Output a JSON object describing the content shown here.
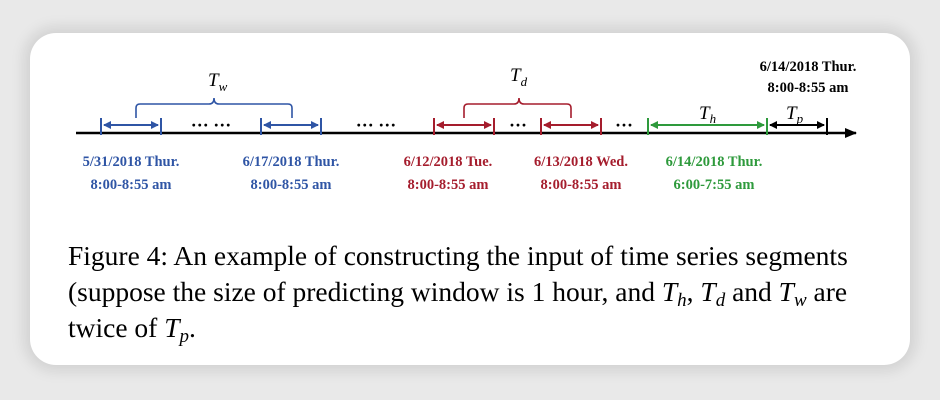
{
  "colors": {
    "weekly": "#2f55a5",
    "daily": "#a51d2d",
    "hourly": "#2e9a3c",
    "predict": "#000000",
    "axis": "#000000"
  },
  "diagram": {
    "symbols": {
      "tw_base": "T",
      "tw_sub": "w",
      "td_base": "T",
      "td_sub": "d",
      "th_base": "T",
      "th_sub": "h",
      "tp_base": "T",
      "tp_sub": "p"
    },
    "ellipses": {
      "weekly_gap": "··· ···",
      "between": "··· ···",
      "daily_gap": "···",
      "before_hourly": "···"
    },
    "labels": {
      "w1_date": "5/31/2018 Thur.",
      "w1_time": "8:00-8:55 am",
      "w2_date": "6/17/2018 Thur.",
      "w2_time": "8:00-8:55 am",
      "d1_date": "6/12/2018 Tue.",
      "d1_time": "8:00-8:55 am",
      "d2_date": "6/13/2018 Wed.",
      "d2_time": "8:00-8:55 am",
      "h_date": "6/14/2018 Thur.",
      "h_time": "6:00-7:55 am",
      "p_date": "6/14/2018 Thur.",
      "p_time": "8:00-8:55 am"
    }
  },
  "caption": {
    "text_1": "Figure 4: An example of constructing the input of time series segments (suppose the size of predicting window is 1 hour, and ",
    "th_base": "T",
    "th_sub": "h",
    "sep_1": ", ",
    "td_base": "T",
    "td_sub": "d",
    "sep_2": " and ",
    "tw_base": "T",
    "tw_sub": "w",
    "text_2": " are twice of ",
    "tp_base": "T",
    "tp_sub": "p",
    "text_3": "."
  }
}
